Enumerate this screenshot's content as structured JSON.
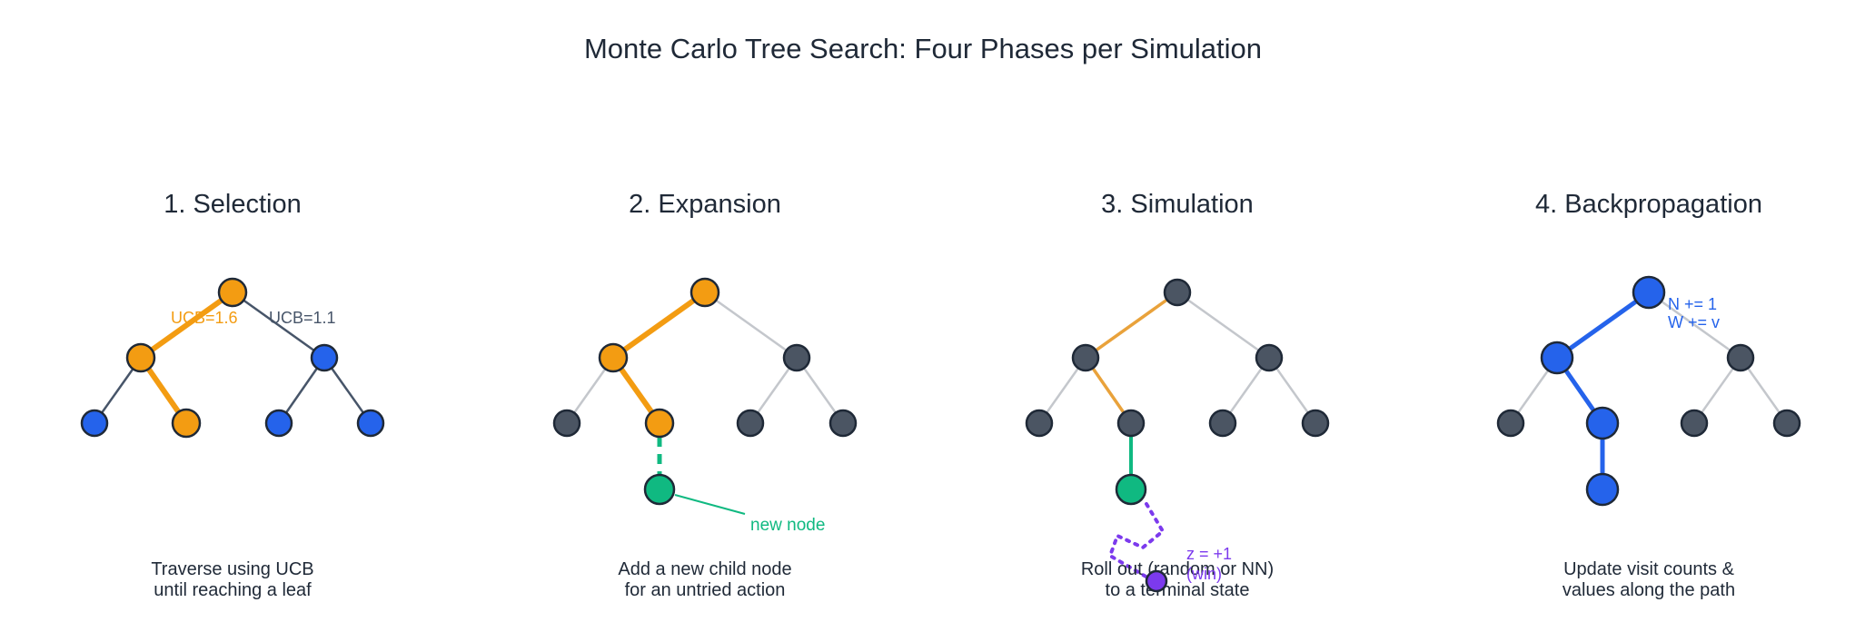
{
  "title": "Monte Carlo Tree Search: Four Phases per Simulation",
  "colors": {
    "text": "#1f2937",
    "orange": "#f39c12",
    "orange_edge": "#e9a23b",
    "blue": "#2563eb",
    "gray_node": "#4b5563",
    "dark_edge": "#475569",
    "light_edge": "#c4c7cc",
    "green": "#10b981",
    "purple": "#7c3aed",
    "outline": "#1f2937"
  },
  "panels": [
    {
      "heading": "1. Selection",
      "caption_line1": "Traverse using UCB",
      "caption_line2": "until reaching a leaf",
      "ucb_left": "UCB=1.6",
      "ucb_right": "UCB=1.1"
    },
    {
      "heading": "2. Expansion",
      "caption_line1": "Add a new child node",
      "caption_line2": "for an untried action",
      "new_node_label": "new node"
    },
    {
      "heading": "3. Simulation",
      "caption_line1": "Roll out (random or NN)",
      "caption_line2": "to a terminal state",
      "result_line1": "z = +1",
      "result_line2": "(win)"
    },
    {
      "heading": "4. Backpropagation",
      "caption_line1": "Update visit counts &",
      "caption_line2": "values along the path",
      "update_line1": "N += 1",
      "update_line2": "W += v"
    }
  ]
}
